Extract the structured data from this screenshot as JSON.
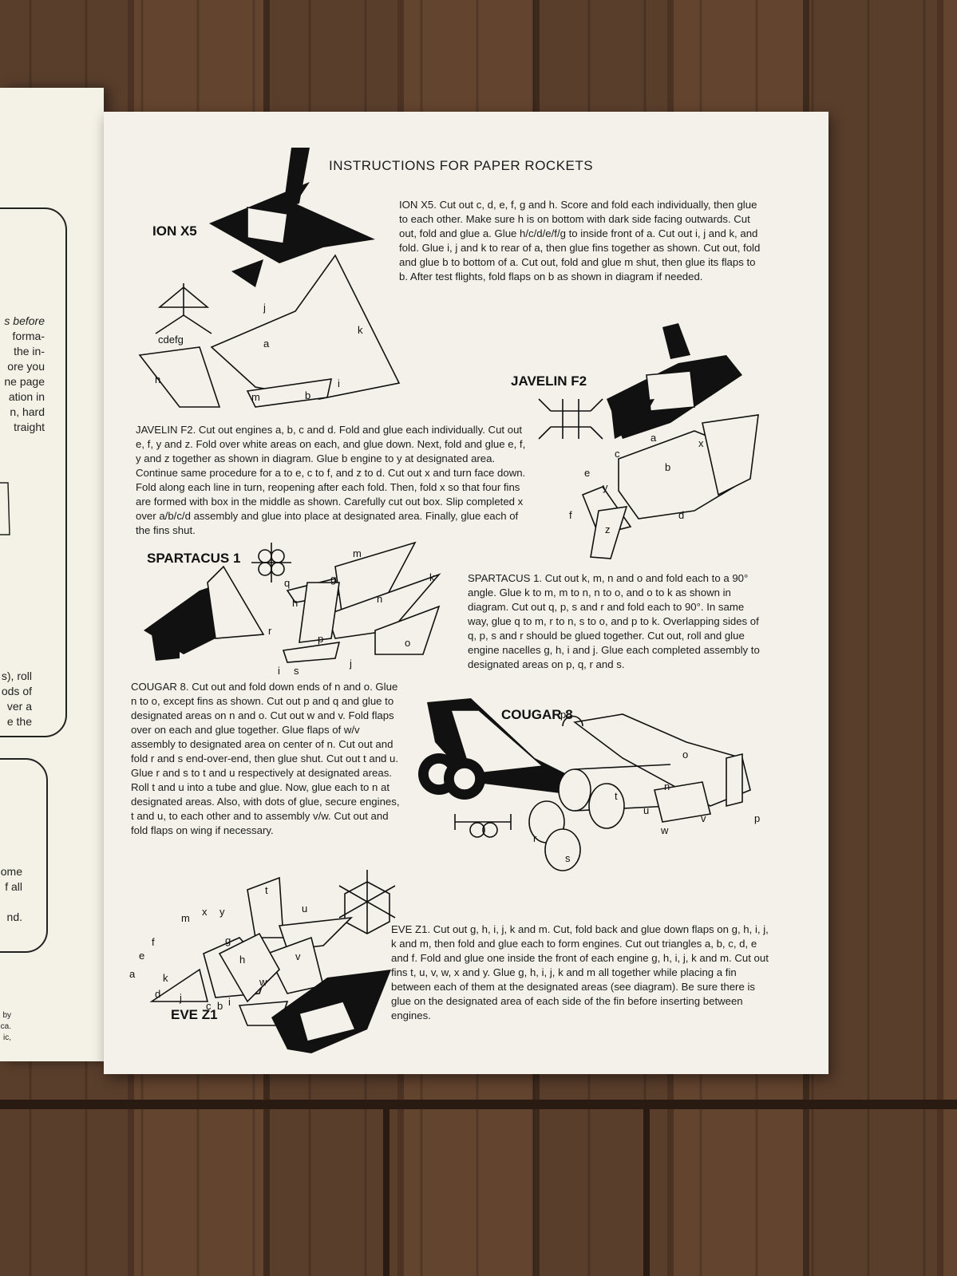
{
  "page_title": "INSTRUCTIONS FOR PAPER ROCKETS",
  "left_page": {
    "fragments_top": [
      "s before",
      "forma-",
      "the in-",
      "ore you",
      "ne page",
      "ation in",
      "n, hard",
      "traight"
    ],
    "fragments_mid": [
      "s), roll",
      "ods of",
      "ver a",
      "e the"
    ],
    "fragments_bot": [
      "ome",
      "f all",
      "",
      "nd."
    ],
    "fragments_foot": [
      "by",
      "ca.",
      "ic,"
    ]
  },
  "models": [
    {
      "id": "ion-x5",
      "label": "ION X5",
      "text": "ION X5.     Cut out c, d, e, f, g and h. Score and fold each individually, then glue to each other. Make sure h is on bottom with dark side facing outwards. Cut out, fold and glue a. Glue h/c/d/e/f/g to inside front of a. Cut out i, j and k, and fold. Glue i, j and k to rear of a, then glue fins together as shown. Cut out, fold and glue b to bottom of a. Cut out, fold and glue m shut, then glue its flaps to b. After test flights, fold flaps on b as shown in diagram if needed.",
      "parts": [
        "cdefg",
        "j",
        "k",
        "a",
        "h",
        "m",
        "b",
        "i"
      ]
    },
    {
      "id": "javelin-f2",
      "label": "JAVELIN F2",
      "text": "JAVELIN F2. Cut out engines a, b, c and d. Fold and glue each individually. Cut out e, f, y and z. Fold over white areas on each, and glue down. Next, fold and glue e, f, y and z together as shown in diagram. Glue b engine to y at designated area. Continue same procedure for a to e, c to f, and z to d. Cut out x and turn face down. Fold along each line in turn, reopening after each fold. Then, fold x so that four fins are formed with box in the middle as shown. Carefully cut out box. Slip completed x over a/b/c/d assembly and glue into place at designated area. Finally, glue each of the fins shut.",
      "parts": [
        "a",
        "x",
        "c",
        "b",
        "e",
        "y",
        "f",
        "d",
        "z"
      ]
    },
    {
      "id": "spartacus-1",
      "label": "SPARTACUS 1",
      "text": "SPARTACUS 1. Cut out k, m, n and o and fold each to a 90° angle. Glue k to m, m to n, n to o, and o to k as shown in diagram. Cut out q, p, s and r and fold each to 90°. In same way, glue q to m, r to n, s to o, and p to k. Overlapping sides of q, p, s and r should be glued together. Cut out, roll and glue engine nacelles g, h, i and j. Glue each completed assembly to designated areas on p, q, r and s.",
      "parts": [
        "m",
        "k",
        "q",
        "g",
        "h",
        "n",
        "r",
        "p",
        "o",
        "i",
        "s",
        "j"
      ]
    },
    {
      "id": "cougar-8",
      "label": "COUGAR 8",
      "text": "COUGAR 8. Cut out and fold down ends of n and o. Glue n to o, except fins as shown. Cut out p and q and glue to designated areas on n and o. Cut out w and v. Fold flaps over on each and glue together. Glue flaps of w/v assembly to designated area on center of n. Cut out and fold r and s end-over-end, then glue shut. Cut out t and u. Glue r and s to t and u respectively at designated areas. Roll t and u into a tube and glue. Now, glue each to n at designated areas. Also, with dots of glue, secure engines, t and u, to each other and to assembly v/w. Cut out and fold flaps on wing if necessary.",
      "parts": [
        "p",
        "o",
        "n",
        "t",
        "u",
        "r",
        "w",
        "v",
        "s",
        "p"
      ]
    },
    {
      "id": "eve-z1",
      "label": "EVE Z1",
      "text": "EVE Z1. Cut out g, h, i, j, k and m. Cut, fold back and glue down flaps on g, h, i, j, k and m, then fold and glue each to form engines. Cut out triangles a, b, c, d, e and f. Fold and glue one inside the front of each engine g, h, i, j, k and m. Cut out fins t, u, v, w, x and y. Glue g, h, i, j, k and m all together while placing a fin between each of them at the designated areas (see diagram). Be sure there is glue on the designated area of each side of the fin before inserting between engines.",
      "parts": [
        "t",
        "u",
        "x",
        "y",
        "m",
        "f",
        "g",
        "e",
        "k",
        "h",
        "v",
        "a",
        "w",
        "d",
        "j",
        "c",
        "b",
        "i"
      ]
    }
  ]
}
